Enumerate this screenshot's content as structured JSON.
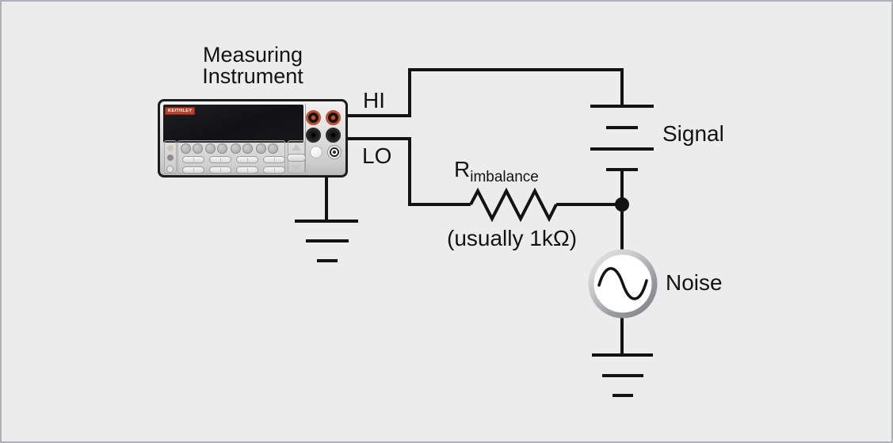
{
  "title": {
    "line1": "Measuring",
    "line2": "Instrument"
  },
  "instrument": {
    "brand": "KEITHLEY"
  },
  "labels": {
    "hi": "HI",
    "lo": "LO",
    "signal": "Signal",
    "noise": "Noise",
    "resistor_symbol": "R",
    "resistor_subscript": "imbalance",
    "resistor_value": "(usually 1kΩ)"
  },
  "symbols": {
    "signal_source": "battery-symbol",
    "noise_source": "ac-sine-source-symbol",
    "resistor": "zigzag-resistor-symbol",
    "grounds": [
      "instrument-earth-ground",
      "noise-earth-ground"
    ]
  },
  "colors": {
    "background": "#ececec",
    "canvas_border": "#aeb0b5",
    "wire": "#131313",
    "brand_badge": "#b5422a",
    "jack_red": "#bf4f2e",
    "noise_ring_light": "#e6e7e8",
    "noise_ring_dark": "#85878b"
  }
}
